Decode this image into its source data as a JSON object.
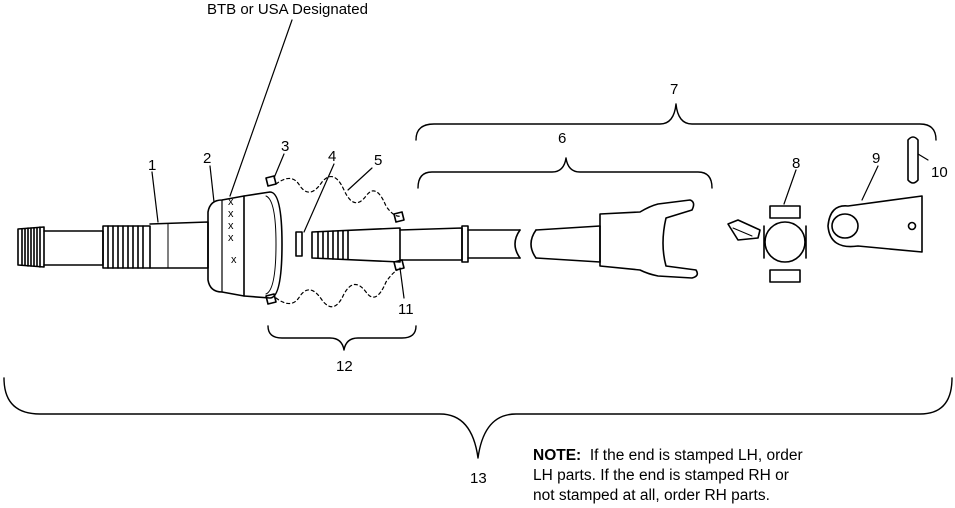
{
  "callouts": {
    "designation": "BTB or USA Designated",
    "c1": "1",
    "c2": "2",
    "c3": "3",
    "c4": "4",
    "c5": "5",
    "c6": "6",
    "c7": "7",
    "c8": "8",
    "c9": "9",
    "c10": "10",
    "c11": "11",
    "c12": "12",
    "c13": "13"
  },
  "stamp_mark": "x",
  "note": {
    "label": "NOTE:",
    "line1": "If the end is stamped LH, order",
    "line2": "LH parts.  If the end is stamped RH or",
    "line3": "not stamped at all, order RH parts."
  }
}
